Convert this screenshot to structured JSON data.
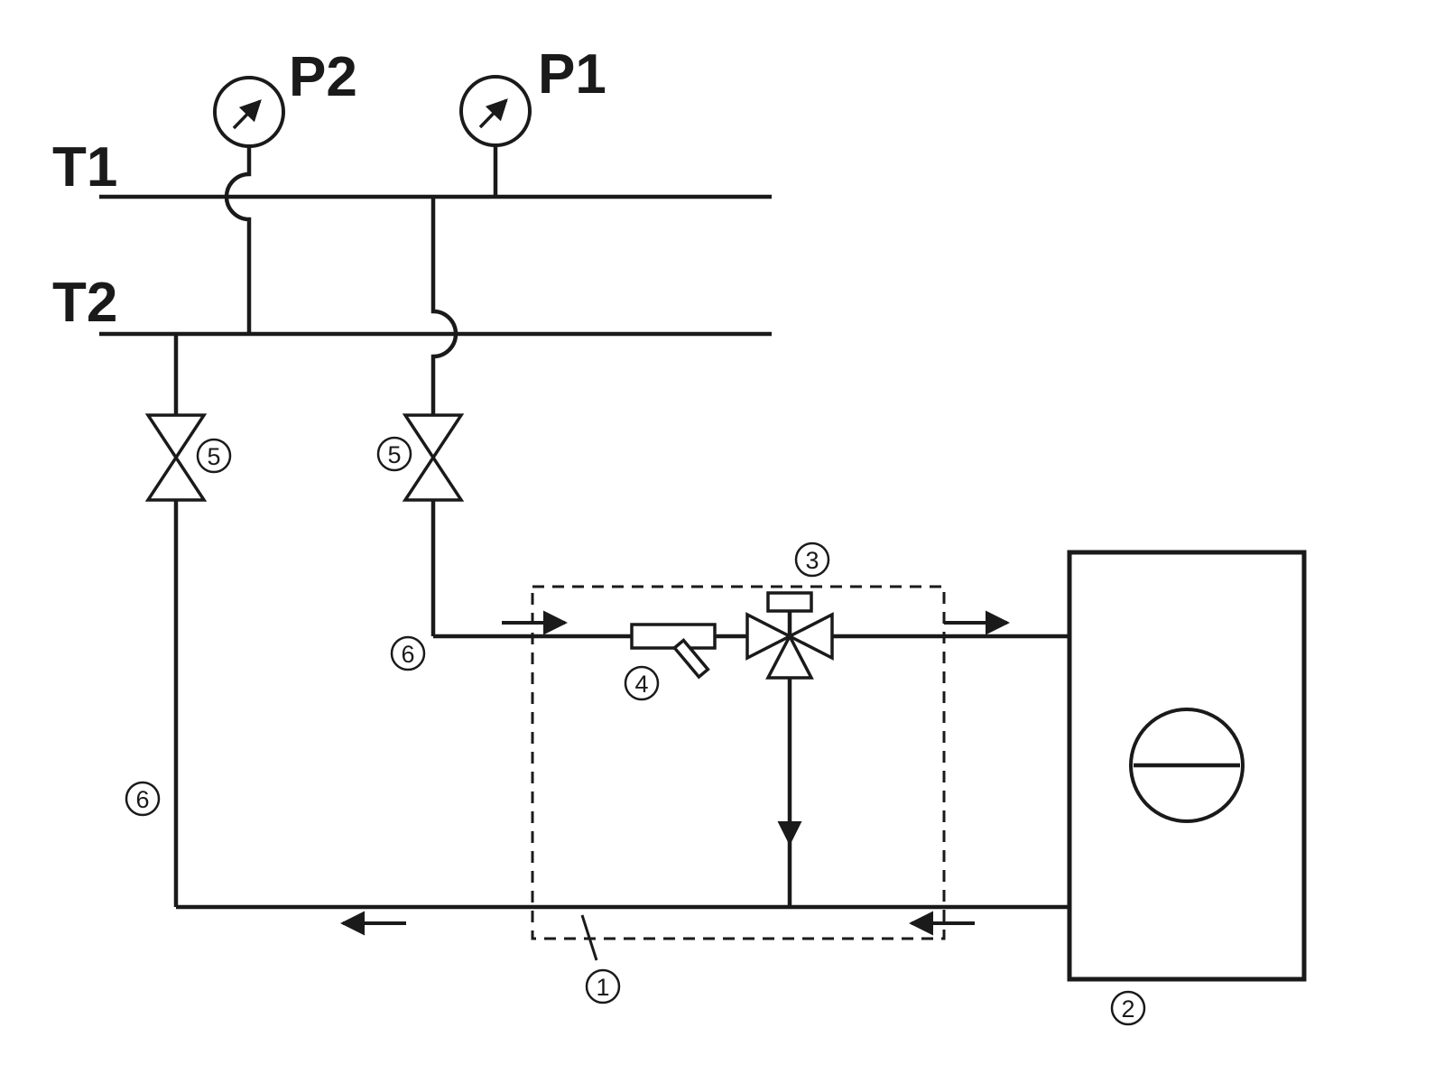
{
  "labels": {
    "t1": "T1",
    "t2": "T2",
    "p1": "P1",
    "p2": "P2"
  },
  "callouts": {
    "c1": "1",
    "c2": "2",
    "c3": "3",
    "c4": "4",
    "c5": "5",
    "c6": "6"
  },
  "colors": {
    "ink": "#1a1a1a",
    "bg": "#ffffff"
  }
}
